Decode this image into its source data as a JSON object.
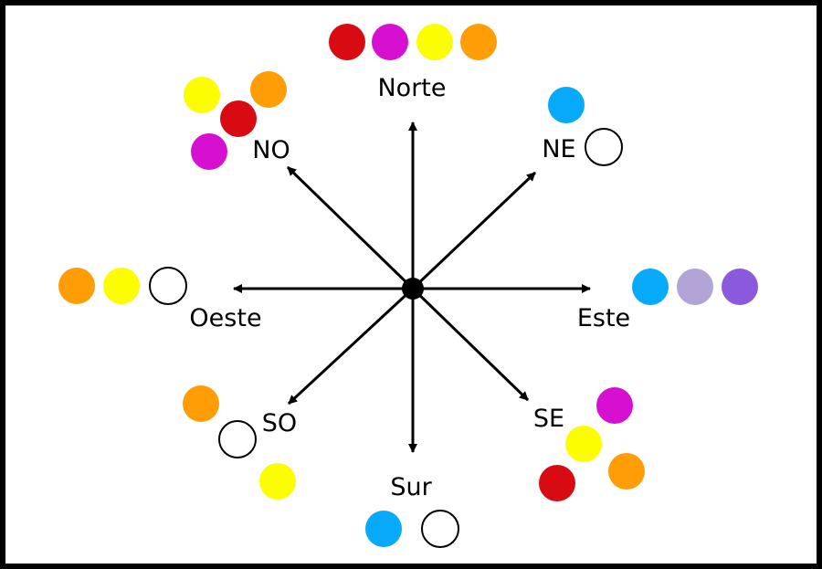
{
  "colors": {
    "red": "#d80a12",
    "magenta": "#d60fd0",
    "yellow": "#fdfd02",
    "orange": "#ff9d06",
    "blue": "#06aaf8",
    "lavender": "#b3a4d8",
    "purple": "#8b59dc",
    "white": "#ffffff",
    "line": "#000000"
  },
  "directions": {
    "norte": {
      "label": "Norte",
      "dots": [
        "red",
        "magenta",
        "yellow",
        "orange"
      ]
    },
    "noreste": {
      "label": "NE",
      "dots": [
        "blue",
        "white"
      ]
    },
    "este": {
      "label": "Este",
      "dots": [
        "blue",
        "lavender",
        "purple"
      ]
    },
    "sureste": {
      "label": "SE",
      "dots": [
        "magenta",
        "yellow",
        "orange",
        "red"
      ]
    },
    "sur": {
      "label": "Sur",
      "dots": [
        "blue",
        "white"
      ]
    },
    "suroeste": {
      "label": "SO",
      "dots": [
        "orange",
        "white",
        "yellow"
      ]
    },
    "oeste": {
      "label": "Oeste",
      "dots": [
        "orange",
        "yellow",
        "white"
      ]
    },
    "noroeste": {
      "label": "NO",
      "dots": [
        "yellow",
        "orange",
        "red",
        "magenta"
      ]
    }
  }
}
